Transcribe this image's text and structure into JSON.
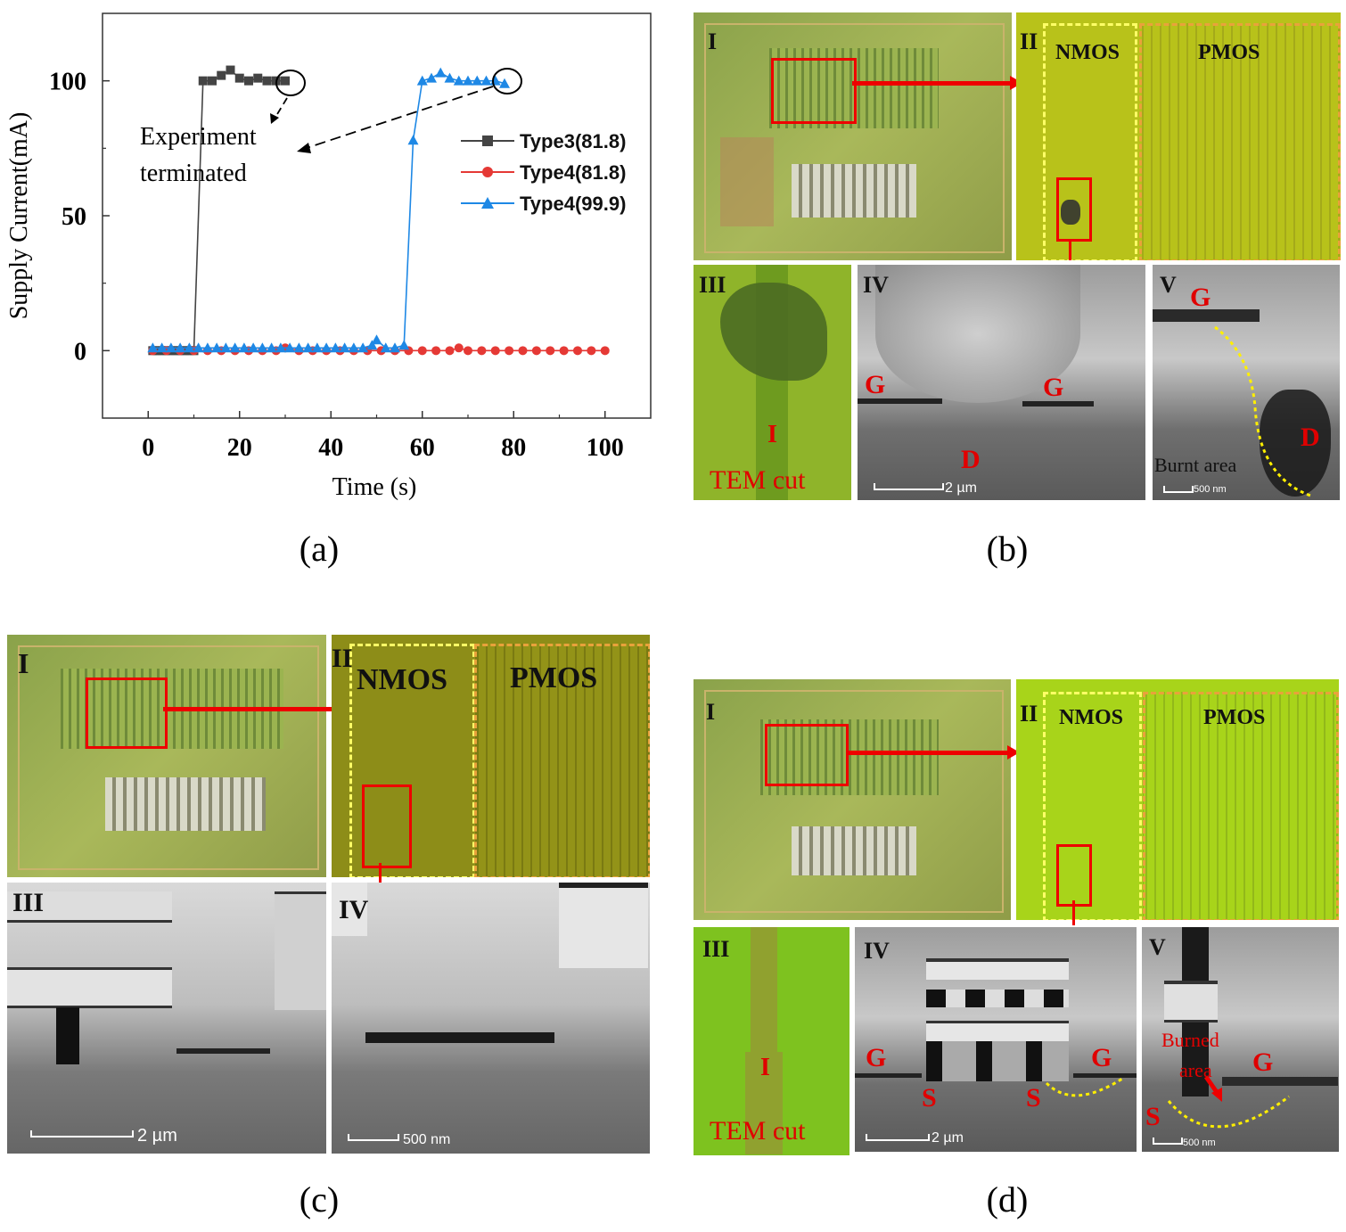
{
  "chart_data": {
    "type": "line",
    "xlabel": "Time (s)",
    "ylabel": "Supply Current(mA)",
    "xlim": [
      -10,
      110
    ],
    "ylim": [
      -25,
      125
    ],
    "xticks": [
      0,
      20,
      40,
      60,
      80,
      100
    ],
    "yticks": [
      0,
      50,
      100
    ],
    "legend_position": "right",
    "annotation": "Experiment terminated",
    "series": [
      {
        "name": "Type3(81.8)",
        "color": "#444444",
        "marker": "square",
        "x": [
          1,
          2,
          3,
          4,
          5,
          6,
          7,
          8,
          9,
          10,
          12,
          14,
          16,
          18,
          20,
          22,
          24,
          26,
          28,
          30
        ],
        "y": [
          0,
          0,
          0,
          0,
          0,
          0,
          0,
          0,
          0,
          0,
          100,
          100,
          102,
          104,
          101,
          100,
          101,
          100,
          100,
          100
        ]
      },
      {
        "name": "Type4(81.8)",
        "color": "#e53935",
        "marker": "circle",
        "x": [
          1,
          4,
          7,
          10,
          13,
          16,
          19,
          22,
          25,
          28,
          30,
          33,
          36,
          39,
          42,
          45,
          48,
          51,
          54,
          57,
          60,
          63,
          66,
          68,
          70,
          73,
          76,
          79,
          82,
          85,
          88,
          91,
          94,
          97,
          100
        ],
        "y": [
          0,
          0,
          0,
          0,
          0,
          0,
          0,
          0,
          0,
          0,
          1,
          0,
          0,
          0,
          0,
          0,
          0,
          0,
          0,
          0,
          0,
          0,
          0,
          1,
          0,
          0,
          0,
          0,
          0,
          0,
          0,
          0,
          0,
          0,
          0
        ]
      },
      {
        "name": "Type4(99.9)",
        "color": "#1e88e5",
        "marker": "triangle",
        "x": [
          1,
          3,
          5,
          7,
          9,
          11,
          13,
          15,
          17,
          19,
          21,
          23,
          25,
          27,
          29,
          31,
          33,
          35,
          37,
          39,
          41,
          43,
          45,
          47,
          49,
          50,
          52,
          54,
          56,
          58,
          60,
          62,
          64,
          66,
          68,
          70,
          72,
          74,
          76,
          78
        ],
        "y": [
          1,
          1,
          1,
          1,
          1,
          1,
          1,
          1,
          1,
          1,
          1,
          1,
          1,
          1,
          1,
          1,
          1,
          1,
          1,
          1,
          1,
          1,
          1,
          1,
          2,
          4,
          1,
          1,
          2,
          78,
          100,
          101,
          103,
          101,
          100,
          100,
          100,
          100,
          100,
          99
        ]
      }
    ]
  },
  "captions": {
    "a": "(a)",
    "b": "(b)",
    "c": "(c)",
    "d": "(d)"
  },
  "panel_b": {
    "roman": [
      "I",
      "II",
      "III",
      "IV",
      "V"
    ],
    "nmos": "NMOS",
    "pmos": "PMOS",
    "tem_cut": "TEM cut",
    "i_mark": "I",
    "g": "G",
    "d": "D",
    "burnt_area": "Burnt area",
    "scale_2um": "2 µm",
    "scale_500nm": "500 nm"
  },
  "panel_c": {
    "roman": [
      "I",
      "II",
      "III",
      "IV"
    ],
    "nmos": "NMOS",
    "pmos": "PMOS",
    "scale_2um": "2 µm",
    "scale_500nm": "500 nm"
  },
  "panel_d": {
    "roman": [
      "I",
      "II",
      "III",
      "IV",
      "V"
    ],
    "nmos": "NMOS",
    "pmos": "PMOS",
    "tem_cut": "TEM cut",
    "i_mark": "I",
    "g": "G",
    "s": "S",
    "burned_area_1": "Burned",
    "burned_area_2": "area",
    "scale_2um": "2 µm",
    "scale_500nm": "500 nm"
  }
}
